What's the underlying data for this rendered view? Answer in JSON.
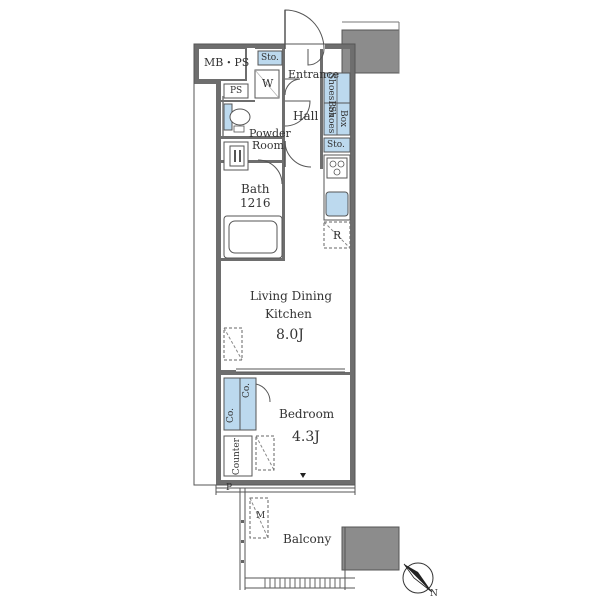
{
  "colors": {
    "wall": "#6e6e6e",
    "fixture_blue": "#bcd9ee",
    "shaft_gray": "#8c8c8c",
    "line": "#555555"
  },
  "labels": {
    "mb_ps": "MB・PS",
    "sto_top": "Sto.",
    "entrance": "Entrance",
    "w": "W",
    "shoes_box_1": "ShoesBox",
    "shoes_box_2_line1": "Shoes",
    "shoes_box_2_line2": "Box",
    "ps": "PS",
    "hall": "Hall",
    "powder_room_line1": "Powder",
    "powder_room_line2": "Room",
    "sto_mid": "Sto.",
    "bath": "Bath",
    "bath_size": "1216",
    "r": "R",
    "ldk_line1": "Living Dining",
    "ldk_line2": "Kitchen",
    "ldk_area": "8.0J",
    "co_1": "Co.",
    "co_2": "Co.",
    "bedroom": "Bedroom",
    "bedroom_area": "4.3J",
    "counter": "Counter",
    "p": "P",
    "m": "M",
    "balcony": "Balcony",
    "north": "N"
  },
  "icons": {
    "compass": "north-arrow-icon",
    "outlet": "down-triangle-icon"
  }
}
